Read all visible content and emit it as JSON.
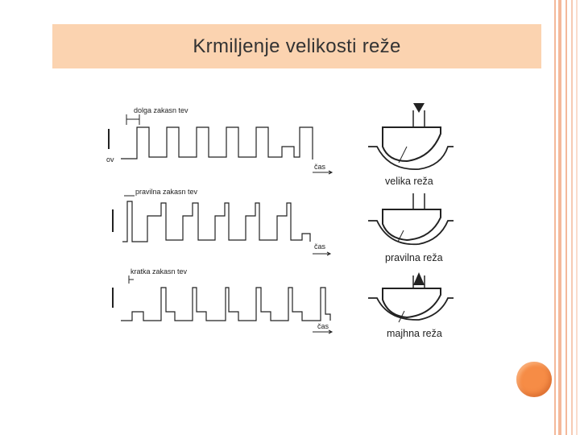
{
  "slide": {
    "title": "Krmiljenje velikosti reže",
    "accent_color": "#fbd3b0",
    "frame_color": "#f4b89a",
    "dot_color": "#f68c46"
  },
  "diagram": {
    "waveforms": [
      {
        "label": "dolga zakasn tev",
        "axis_label": "ov",
        "time_label": "čas"
      },
      {
        "label": "pravilna zakasn tev",
        "time_label": "čas"
      },
      {
        "label": "kratka zakasn tev",
        "time_label": "čas"
      }
    ],
    "gaps": [
      {
        "label": "velika reža",
        "arrow": "down"
      },
      {
        "label": "pravilna reža",
        "arrow": "none"
      },
      {
        "label": "majhna reža",
        "arrow": "up"
      }
    ]
  }
}
